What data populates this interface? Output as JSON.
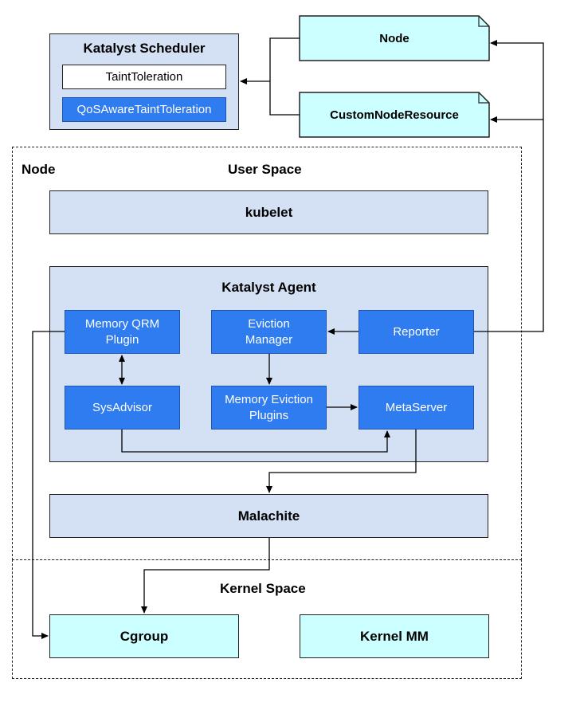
{
  "scheduler": {
    "title": "Katalyst Scheduler",
    "taint_toleration": "TaintToleration",
    "qos_aware": "QoSAwareTaintToleration"
  },
  "docs": {
    "node": "Node",
    "custom_node_resource": "CustomNodeResource"
  },
  "node_region": {
    "label": "Node",
    "user_space_label": "User Space",
    "kernel_space_label": "Kernel Space"
  },
  "kubelet": "kubelet",
  "agent": {
    "title": "Katalyst Agent",
    "memory_qrm": "Memory QRM\nPlugin",
    "eviction_manager": "Eviction\nManager",
    "reporter": "Reporter",
    "sysadvisor": "SysAdvisor",
    "memory_eviction_plugins": "Memory Eviction\nPlugins",
    "metaserver": "MetaServer"
  },
  "malachite": "Malachite",
  "cgroup": "Cgroup",
  "kernel_mm": "Kernel MM",
  "colors": {
    "light_blue": "#d4e1f5",
    "cyan": "#ccffff",
    "blue": "#2f7bf0"
  }
}
